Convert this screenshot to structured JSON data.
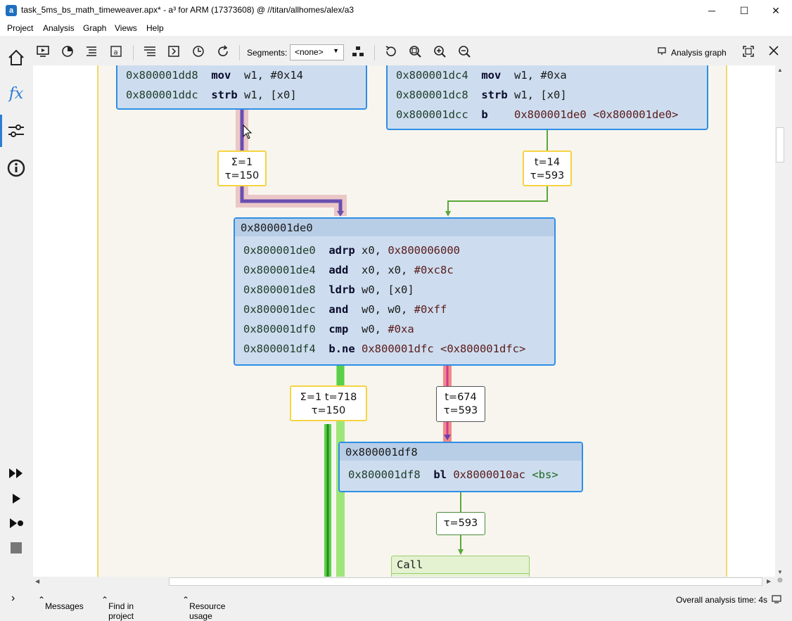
{
  "window": {
    "title": "task_5ms_bs_math_timeweaver.apx* - a³ for ARM (17373608) @ //titan/allhomes/alex/a3",
    "app_icon": "a3-app-icon",
    "minimize": "─",
    "maximize": "☐",
    "close": "✕"
  },
  "menu": [
    "Project",
    "Analysis",
    "Graph",
    "Views",
    "Help"
  ],
  "sidebar": {
    "home": "⌂",
    "functions": "fx",
    "settings": "⚙",
    "info": "ⓘ",
    "run_all": "⏩",
    "run": "▶",
    "run_step": "⏵",
    "stop": "■"
  },
  "toolbar": {
    "segments_label": "Segments:",
    "segments_value": "<none>",
    "analysis_graph_label": "Analysis graph",
    "icons": [
      "monitor-icon",
      "pie-icon",
      "list-icon",
      "text-a-icon",
      "filter-list-icon",
      "collapse-icon",
      "clock-icon",
      "refresh-icon",
      "hierarchy-icon",
      "rotate-icon",
      "zoom-fit-icon",
      "zoom-in-icon",
      "zoom-out-icon",
      "fullscreen-icon",
      "close-icon"
    ]
  },
  "graph": {
    "block_left_top": {
      "lines": [
        {
          "addr": "0x800001dd8",
          "mnemonic": "mov",
          "operands": "w1, #0x14"
        },
        {
          "addr": "0x800001ddc",
          "mnemonic": "strb",
          "operands": "w1, [x0]"
        }
      ]
    },
    "block_right_top": {
      "lines": [
        {
          "addr": "0x800001dc4",
          "mnemonic": "mov",
          "operands": "w1, #0xa"
        },
        {
          "addr": "0x800001dc8",
          "mnemonic": "strb",
          "operands": "w1, [x0]"
        },
        {
          "addr": "0x800001dcc",
          "mnemonic": "b",
          "operands": "0x800001de0 <0x800001de0>"
        }
      ]
    },
    "edge_left_label": {
      "line1": "Σ=1",
      "line2": "τ=150"
    },
    "edge_right_label": {
      "line1": "t=14",
      "line2": "τ=593"
    },
    "block_main": {
      "header": "0x800001de0",
      "lines": [
        {
          "addr": "0x800001de0",
          "mnemonic": "adrp",
          "operands": "x0, ",
          "imm": "0x800006000"
        },
        {
          "addr": "0x800001de4",
          "mnemonic": "add",
          "operands": "x0, x0, ",
          "imm": "#0xc8c"
        },
        {
          "addr": "0x800001de8",
          "mnemonic": "ldrb",
          "operands": "w0, [x0]",
          "imm": ""
        },
        {
          "addr": "0x800001dec",
          "mnemonic": "and",
          "operands": "w0, w0, ",
          "imm": "#0xff"
        },
        {
          "addr": "0x800001df0",
          "mnemonic": "cmp",
          "operands": "w0, ",
          "imm": "#0xa"
        },
        {
          "addr": "0x800001df4",
          "mnemonic": "b.ne",
          "operands": "",
          "imm": "0x800001dfc <0x800001dfc>"
        }
      ]
    },
    "edge_green_label": {
      "line1": "Σ=1 t=718",
      "line2": "τ=150"
    },
    "edge_red_label": {
      "line1": "t=674",
      "line2": "τ=593"
    },
    "block_call": {
      "header": "0x800001df8",
      "line": {
        "addr": "0x800001df8",
        "mnemonic": "bl",
        "operands": "0x8000010ac",
        "sym": "<bs>"
      }
    },
    "edge_call_label": "τ=593",
    "call_box_label": "Call"
  },
  "statusbar": {
    "messages": "Messages",
    "find": "Find in project",
    "resources": "Resource usage",
    "analysis_time": "Overall analysis time: 4s",
    "expand": "›"
  }
}
